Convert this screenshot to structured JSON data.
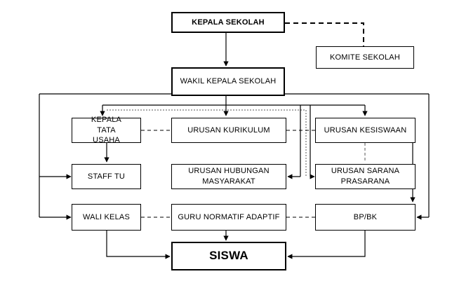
{
  "nodes": {
    "kepala_sekolah": "KEPALA SEKOLAH",
    "komite_sekolah": "KOMITE SEKOLAH",
    "wakil_kepala_sekolah": "WAKIL KEPALA SEKOLAH",
    "kepala_tata_usaha": "KEPALA TATA USAHA",
    "urusan_kurikulum": "URUSAN KURIKULUM",
    "urusan_kesiswaan": "URUSAN KESISWAAN",
    "staff_tu": "STAFF TU",
    "urusan_hubungan_masyarakat": "URUSAN HUBUNGAN MASYARAKAT",
    "urusan_sarana_prasarana": "URUSAN SARANA PRASARANA",
    "wali_kelas": "WALI KELAS",
    "guru_normatif_adaptif": "GURU NORMATIF ADAPTIF",
    "bp_bk": "BP/BK",
    "siswa": "SISWA"
  },
  "colors": {
    "line": "#000000",
    "dotted": "#555555",
    "box_border": "#000000"
  }
}
